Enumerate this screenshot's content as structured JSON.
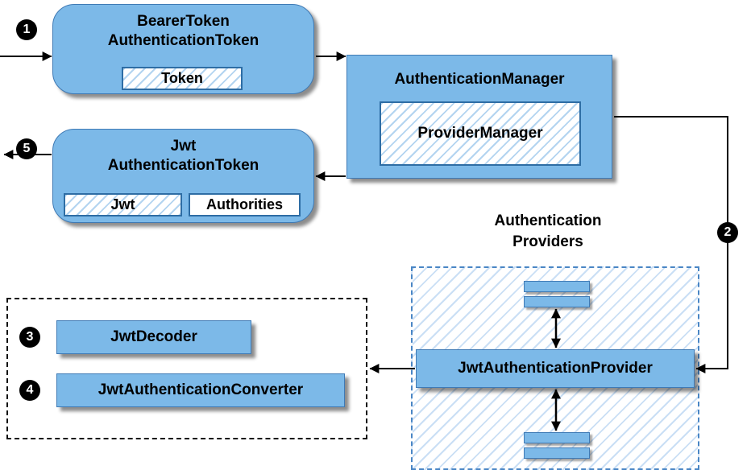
{
  "badges": {
    "step1": "1",
    "step2": "2",
    "step3": "3",
    "step4": "4",
    "step5": "5"
  },
  "nodes": {
    "bearer": {
      "line1": "BearerToken",
      "line2": "AuthenticationToken",
      "token": "Token"
    },
    "manager": {
      "title": "AuthenticationManager",
      "inner": "ProviderManager"
    },
    "jwt_token": {
      "line1": "Jwt",
      "line2": "AuthenticationToken",
      "jwt": "Jwt",
      "authorities": "Authorities"
    },
    "providers": {
      "line1": "Authentication",
      "line2": "Providers"
    },
    "jwt_provider": {
      "title": "JwtAuthenticationProvider"
    },
    "decoder": {
      "title": "JwtDecoder"
    },
    "converter": {
      "title": "JwtAuthenticationConverter"
    }
  },
  "colors": {
    "node_fill": "#7cb9e8",
    "node_border": "#3f7ab5",
    "hatch_stripe": "#b3d4f0",
    "container_stripe": "#cadff5",
    "container_dashed_border": "#4a86c5",
    "group_dashed_border": "#111111",
    "arrow": "#000000",
    "badge_bg": "#000000",
    "badge_text": "#ffffff"
  }
}
